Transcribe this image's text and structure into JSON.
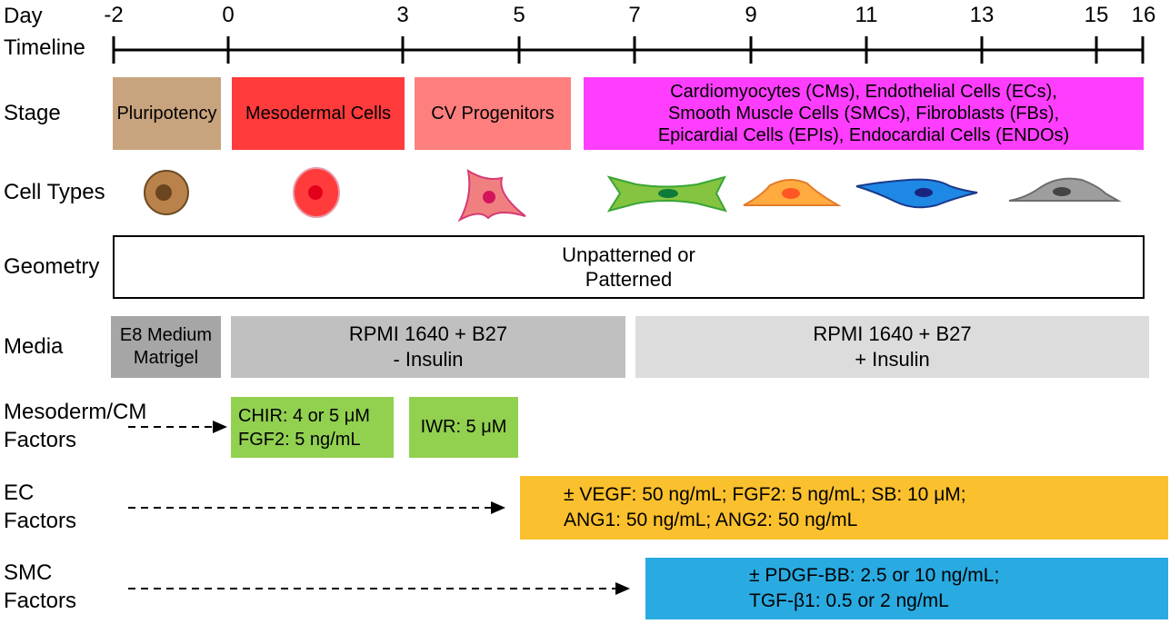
{
  "labels": {
    "day": "Day",
    "timeline": "Timeline",
    "stage": "Stage",
    "cell_types": "Cell Types",
    "geometry": "Geometry",
    "media": "Media",
    "mesoderm_factors": "Mesoderm/CM\nFactors",
    "ec_factors": "EC\nFactors",
    "smc_factors": "SMC\nFactors"
  },
  "timeline": {
    "ticks": [
      "-2",
      "0",
      "3",
      "5",
      "7",
      "9",
      "11",
      "13",
      "15",
      "16"
    ]
  },
  "stages": [
    {
      "label": "Pluripotency",
      "color": "#c8a47e"
    },
    {
      "label": "Mesodermal Cells",
      "color": "#ff3b3b"
    },
    {
      "label": "CV Progenitors",
      "color": "#ff7f7f"
    },
    {
      "label": "Cardiomyocytes (CMs), Endothelial Cells (ECs),\nSmooth Muscle Cells (SMCs), Fibroblasts (FBs),\nEpicardial Cells (EPIs), Endocardial Cells (ENDOs)",
      "color": "#ff3dff"
    }
  ],
  "cell_type_icons": [
    "pluripotent-cell-icon",
    "mesodermal-cell-icon",
    "progenitor-cell-icon",
    "cardiomyocyte-icon",
    "fibroblast-icon",
    "endothelial-cell-icon",
    "smooth-muscle-cell-icon"
  ],
  "geometry": {
    "label": "Unpatterned or\nPatterned"
  },
  "media": [
    {
      "label": "E8 Medium\nMatrigel",
      "color": "#a6a6a6"
    },
    {
      "label": "RPMI 1640 + B27\n- Insulin",
      "color": "#c0c0c0"
    },
    {
      "label": "RPMI 1640 + B27\n+ Insulin",
      "color": "#dcdcdc"
    }
  ],
  "factors": {
    "mesoderm_chir": "CHIR: 4 or 5 μM\nFGF2: 5 ng/mL",
    "mesoderm_iwr": "IWR: 5 μM",
    "ec": "± VEGF: 50 ng/mL; FGF2: 5 ng/mL; SB: 10 μM;\nANG1: 50 ng/mL; ANG2: 50 ng/mL",
    "smc": "± PDGF-BB: 2.5 or 10 ng/mL;\nTGF-β1: 0.5 or 2 ng/mL"
  },
  "colors": {
    "mesoderm_factor": "#92d050",
    "ec_factor": "#fbc02d",
    "smc_factor": "#29abe2"
  }
}
